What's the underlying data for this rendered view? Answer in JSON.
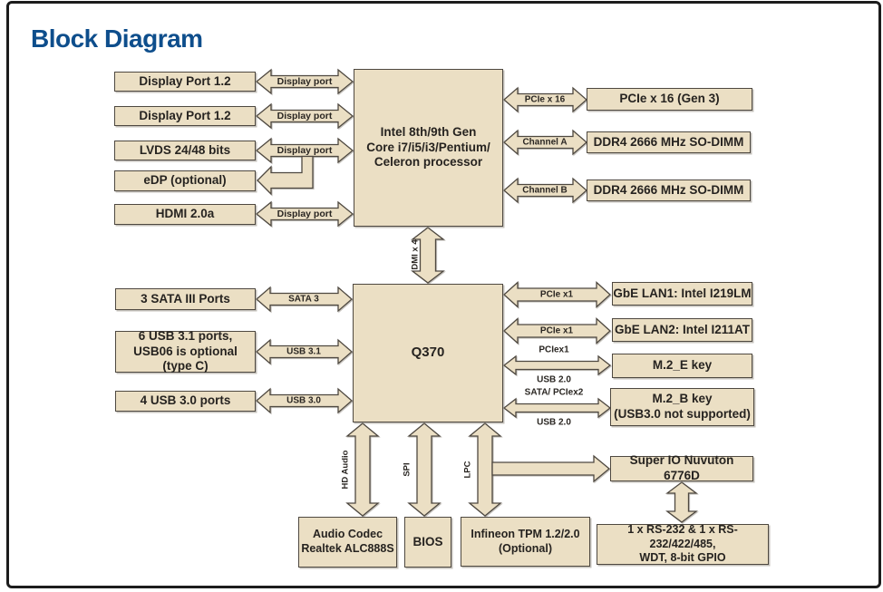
{
  "title": "Block Diagram",
  "colors": {
    "accent_blue": "#0e4e8c",
    "box_fill": "#ebdfc4",
    "box_border": "#4e4840",
    "frame_border": "#1c1c1c"
  },
  "boxes": {
    "dp1": "Display Port 1.2",
    "dp2": "Display Port 1.2",
    "lvds": "LVDS 24/48 bits",
    "edp": "eDP (optional)",
    "hdmi": "HDMI 2.0a",
    "cpu": {
      "line1": "Intel 8th/9th Gen",
      "line2": "Core i7/i5/i3/Pentium/",
      "line3": "Celeron processor"
    },
    "pcie16_gen3": "PCIe x 16 (Gen 3)",
    "dimm1": "DDR4 2666 MHz SO-DIMM",
    "dimm2": "DDR4 2666 MHz SO-DIMM",
    "sata_ports": "3 SATA III Ports",
    "usb31_ports": {
      "line1": "6 USB 3.1 ports,",
      "line2": "USB06 is optional",
      "line3": "(type C)"
    },
    "usb30_ports": "4 USB 3.0 ports",
    "pch": "Q370",
    "lan1": "GbE LAN1: Intel I219LM",
    "lan2": "GbE LAN2: Intel I211AT",
    "m2e": "M.2_E key",
    "m2b": {
      "line1": "M.2_B key",
      "line2": "(USB3.0 not supported)"
    },
    "audio": {
      "line1": "Audio Codec",
      "line2": "Realtek ALC888S"
    },
    "bios": "BIOS",
    "tpm": {
      "line1": "Infineon TPM 1.2/2.0",
      "line2": "(Optional)"
    },
    "superio": "Super IO Nuvuton 6776D",
    "serial": {
      "line1": "1 x RS-232 & 1 x RS-232/422/485,",
      "line2": "WDT, 8-bit GPIO"
    }
  },
  "arrows": {
    "display_port": "Display port",
    "pcie_x16": "PCIe x 16",
    "channel_a": "Channel A",
    "channel_b": "Channel B",
    "dmi": "DMI x 4",
    "sata3": "SATA 3",
    "usb31": "USB 3.1",
    "usb30": "USB 3.0",
    "pcie_x1": "PCIe x1",
    "pciex1": "PCIex1",
    "usb20": "USB 2.0",
    "sata_pciex2": "SATA/ PCIex2",
    "hd_audio": "HD Audio",
    "spi": "SPI",
    "lpc": "LPC"
  }
}
